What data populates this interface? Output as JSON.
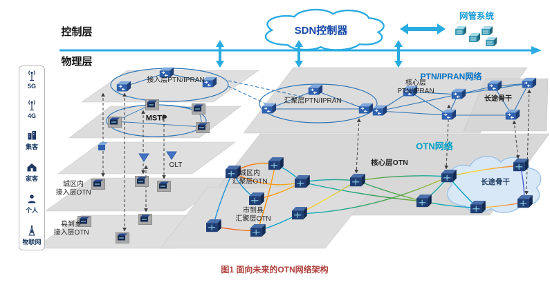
{
  "caption": "图1 面向未来的OTN网络架构",
  "layers": {
    "control": "控制层",
    "physical": "物理层"
  },
  "top": {
    "sdn_controller": "SDN控制器",
    "nms": "网管系统"
  },
  "sidebar": {
    "items": [
      {
        "label": "5G",
        "icon": "antenna-5g-icon"
      },
      {
        "label": "4G",
        "icon": "antenna-4g-icon"
      },
      {
        "label": "集客",
        "icon": "enterprise-building-icon"
      },
      {
        "label": "家客",
        "icon": "home-icon"
      },
      {
        "label": "个人",
        "icon": "person-icon"
      },
      {
        "label": "物联网",
        "icon": "iot-tower-icon"
      }
    ]
  },
  "ptn": {
    "network_title": "PTN/IPRAN网络",
    "access_label": "接入层PTN/IPRAN",
    "aggregation_label": "汇聚层PTN/IPRAN",
    "core_label": "核心层\nPTN/IPRAN",
    "long_haul_label": "长途骨干",
    "mstp_label": "MSTP",
    "olt_label": "OLT"
  },
  "otn": {
    "network_title": "OTN网络",
    "core_label": "核心层OTN",
    "urban_aggregation_label": "城区内\n汇聚层OTN",
    "city_to_county_aggregation_label": "市到县\n汇聚层OTN",
    "urban_access_label": "城区内\n接入层OTN",
    "county_to_township_access_label": "县到乡\n接入层OTN",
    "long_haul_label": "长途骨干"
  },
  "colors": {
    "control_line_blue": "#29ABE2",
    "sdn_text_blue": "#1546A8",
    "nms_text_blue": "#1B9CD8",
    "ptn_title_blue": "#0070C0",
    "otn_title_teal": "#00A0C6",
    "caption_red": "#B0413E",
    "plane_gray": "#DBDBDB",
    "link_blue": "#2E75B6"
  }
}
